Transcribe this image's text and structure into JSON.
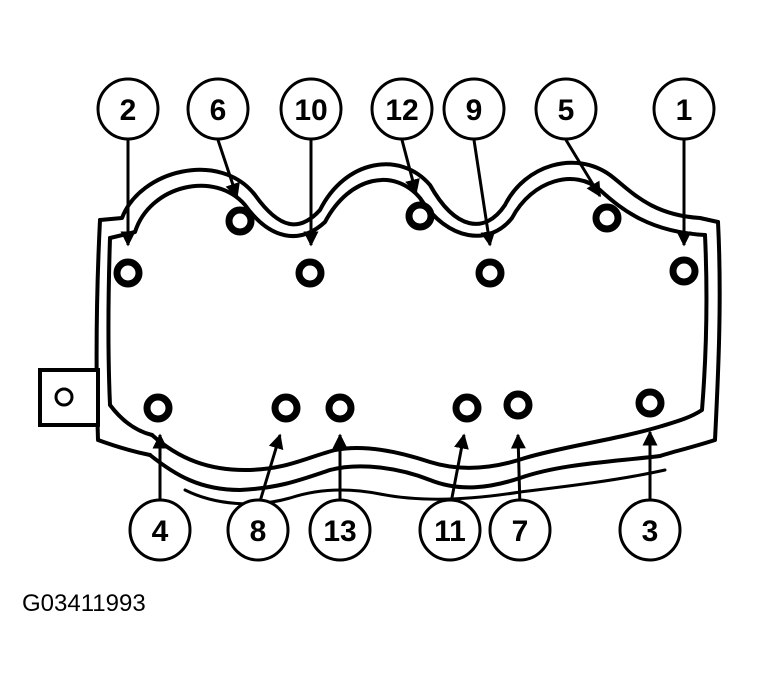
{
  "figure_code": "G03411993",
  "colors": {
    "ink": "#000000",
    "paper": "#ffffff"
  },
  "callouts_top": [
    "2",
    "6",
    "10",
    "12",
    "9",
    "5",
    "1"
  ],
  "callouts_bottom": [
    "4",
    "8",
    "13",
    "11",
    "7",
    "3"
  ]
}
